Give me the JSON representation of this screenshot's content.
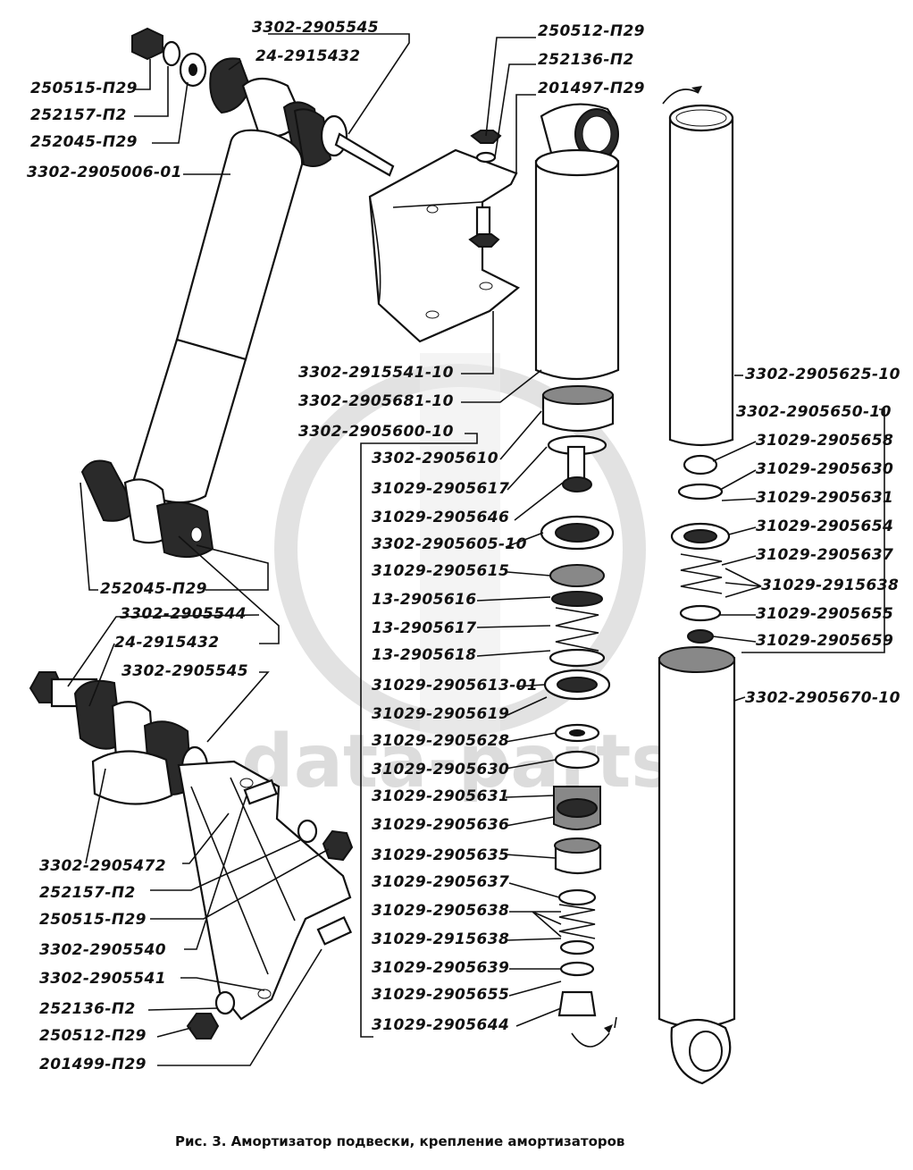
{
  "watermark": "data-parts",
  "caption": "Рис. 3. Амортизатор подвески, крепление амортизаторов",
  "labels": {
    "l01": "3302-2905545",
    "l02": "24-2915432",
    "l03": "250515-П29",
    "l04": "252157-П2",
    "l05": "252045-П29",
    "l06": "3302-2905006-01",
    "l07": "250512-П29",
    "l08": "252136-П2",
    "l09": "201497-П29",
    "l10": "3302-2915541-10",
    "l11": "3302-2905681-10",
    "l12": "3302-2905600-10",
    "l13": "3302-2905610",
    "l14": "31029-2905617",
    "l15": "31029-2905646",
    "l16": "3302-2905605-10",
    "l17": "31029-2905615",
    "l18": "13-2905616",
    "l19": "13-2905617",
    "l20": "13-2905618",
    "l21": "31029-2905613-01",
    "l22": "31029-2905619",
    "l23": "31029-2905628",
    "l24": "31029-2905630",
    "l25": "31029-2905631",
    "l26": "31029-2905636",
    "l27": "31029-2905635",
    "l28": "31029-2905637",
    "l29": "31029-2905638",
    "l30": "31029-2915638",
    "l31": "31029-2905639",
    "l32": "31029-2905655",
    "l33": "31029-2905644",
    "l34": "252045-П29",
    "l35": "3302-2905544",
    "l36": "24-2915432",
    "l37": "3302-2905545",
    "l38": "3302-2905472",
    "l39": "252157-П2",
    "l40": "250515-П29",
    "l41": "3302-2905540",
    "l42": "3302-2905541",
    "l43": "252136-П2",
    "l44": "250512-П29",
    "l45": "201499-П29",
    "l46": "3302-2905625-10",
    "l47": "3302-2905650-10",
    "l48": "31029-2905658",
    "l49": "31029-2905630",
    "l50": "31029-2905631",
    "l51": "31029-2905654",
    "l52": "31029-2905637",
    "l53": "31029-2915638",
    "l54": "31029-2905655",
    "l55": "31029-2905659",
    "l56": "3302-2905670-10"
  }
}
